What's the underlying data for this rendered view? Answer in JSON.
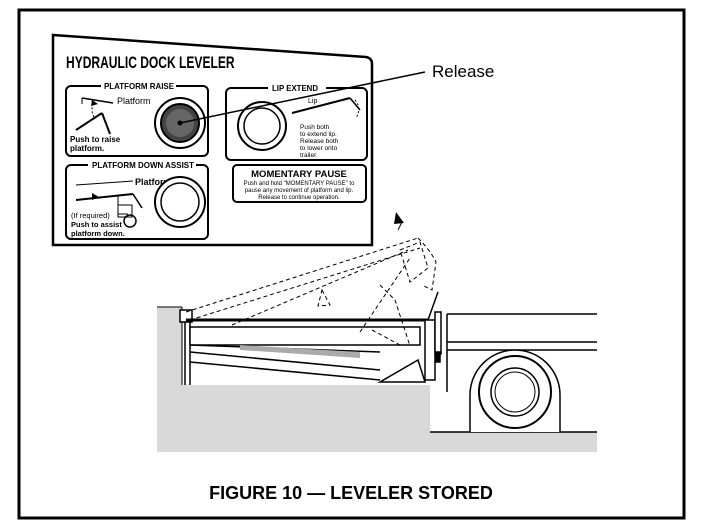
{
  "panel": {
    "title": "HYDRAULIC DOCK LEVELER",
    "platform_raise": {
      "heading": "PLATFORM RAISE",
      "platform_label": "Platform",
      "instruction_line1": "Push to raise",
      "instruction_line2": "platform."
    },
    "lip_extend": {
      "heading": "LIP EXTEND",
      "lip_label": "Lip",
      "instruction_lines": [
        "Push both",
        "to extend lip.",
        "Release both",
        "to lower onto",
        "trailer."
      ]
    },
    "platform_down_assist": {
      "heading": "PLATFORM DOWN ASSIST",
      "platform_label": "Platform",
      "instruction_line1": "(If required)",
      "instruction_line2": "Push to assist",
      "instruction_line3": "platform down."
    },
    "momentary_pause": {
      "heading": "MOMENTARY PAUSE",
      "line1": "Push and hold \"MOMENTARY PAUSE\" to",
      "line2": "pause any movement of platform and lip.",
      "line3": "Release to continue operation."
    }
  },
  "callout": {
    "release_label": "Release"
  },
  "caption": "FIGURE 10 — LEVELER STORED",
  "colors": {
    "pit": "#d9d9d9",
    "line": "#000000",
    "button_active": "#555555"
  }
}
